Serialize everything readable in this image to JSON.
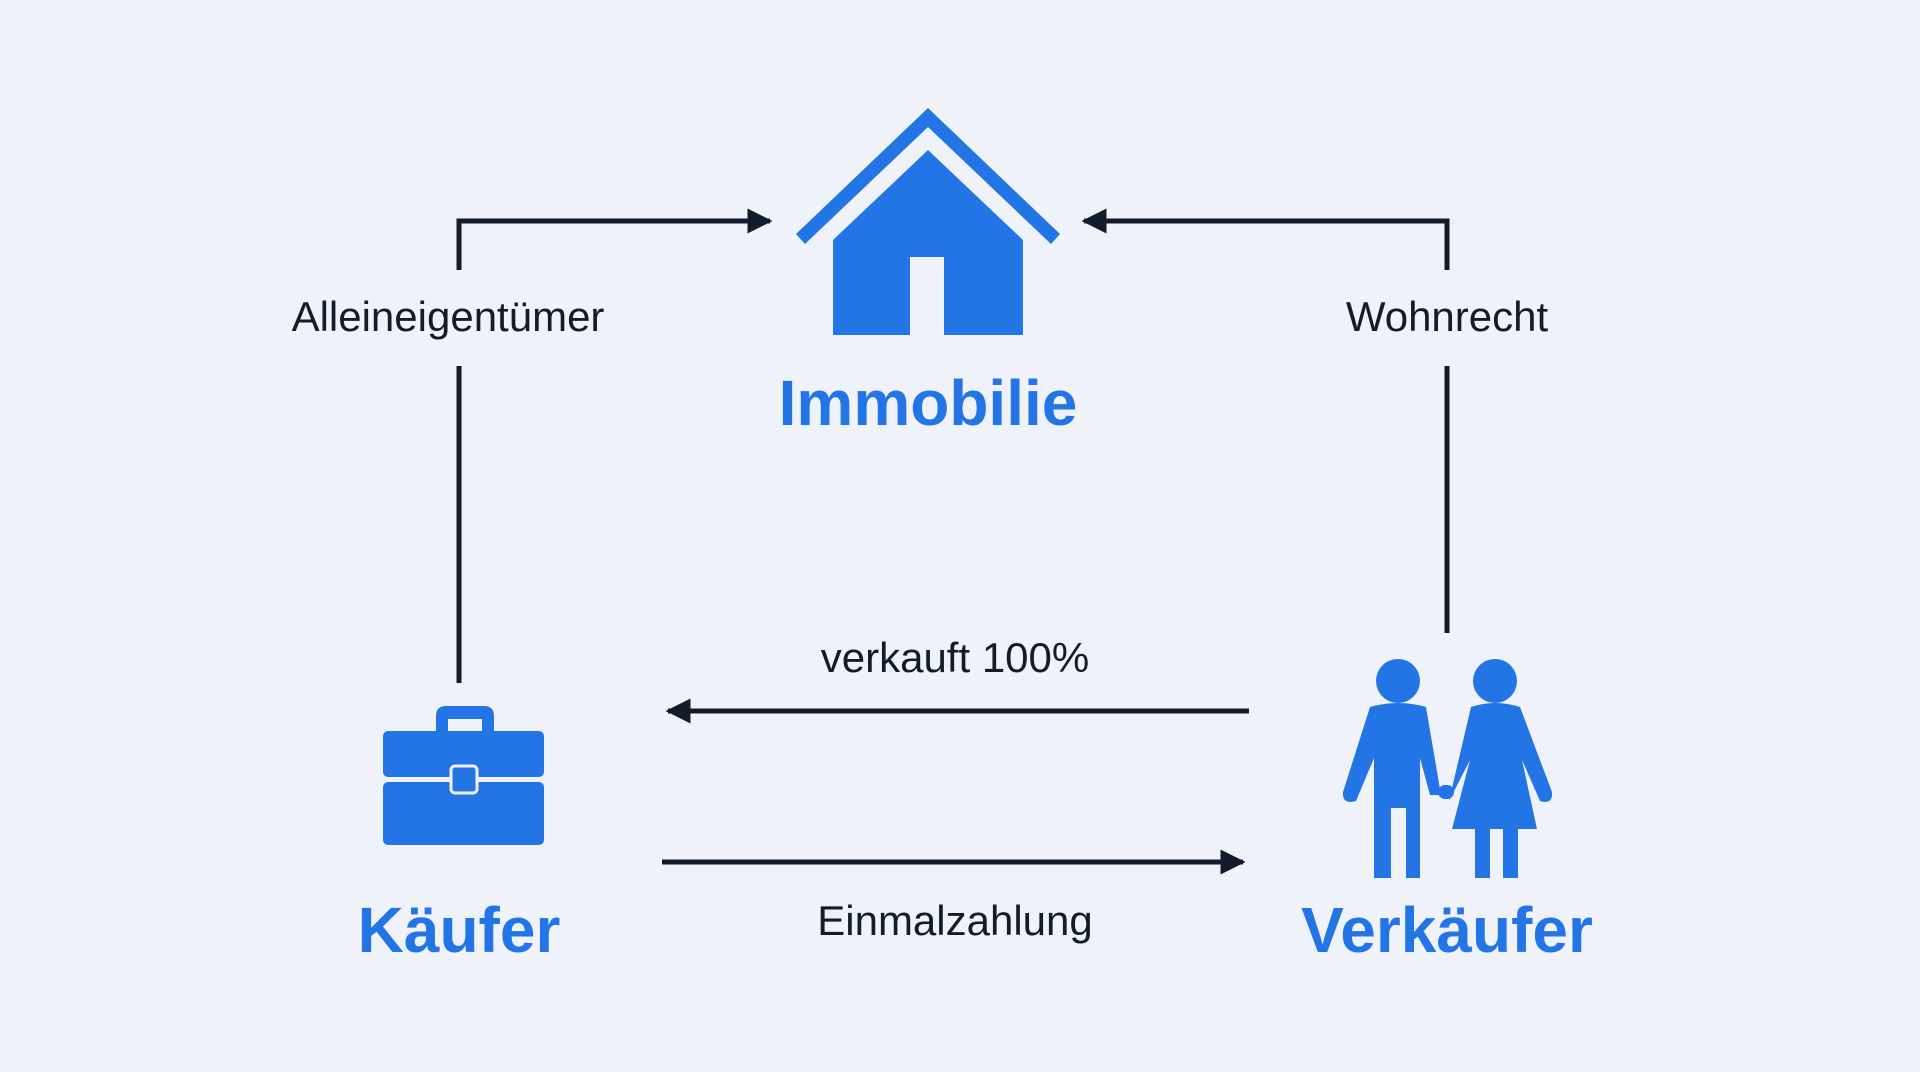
{
  "colors": {
    "background": "#eff3f9",
    "accent": "#2375e6",
    "line": "#131c2a",
    "text": "#131c2a"
  },
  "nodes": {
    "property": {
      "label": "Immobilie",
      "icon": "house-icon"
    },
    "buyer": {
      "label": "Käufer",
      "icon": "briefcase-icon"
    },
    "seller": {
      "label": "Verkäufer",
      "icon": "couple-icon"
    }
  },
  "edges": {
    "buyer_to_property": {
      "label": "Alleineigentümer"
    },
    "seller_to_property": {
      "label": "Wohnrecht"
    },
    "seller_to_buyer": {
      "label": "verkauft 100%"
    },
    "buyer_to_seller": {
      "label": "Einmalzahlung"
    }
  }
}
